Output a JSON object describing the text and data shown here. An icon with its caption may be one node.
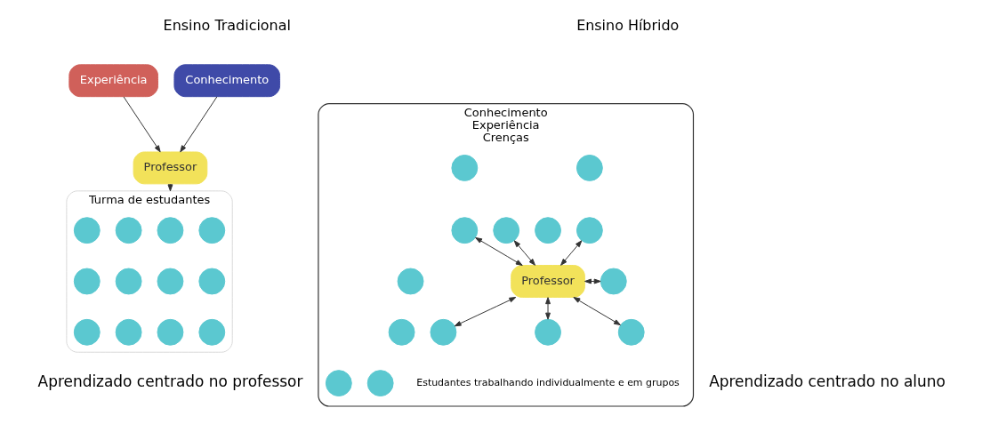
{
  "diagram": {
    "nodes": [
      {
        "text": [
          "Conhecimento"
        ]
      },
      {
        "text": [
          "Experiência"
        ]
      },
      {
        "text": [
          "Professor"
        ]
      },
      {
        "text": [
          "Turma de estudantes"
        ]
      },
      {
        "text": [],
        "shape": "circle",
        "in": 3
      },
      {
        "text": [],
        "shape": "circle",
        "in": 3
      },
      {
        "text": [],
        "shape": "circle",
        "in": 3
      },
      {
        "text": [],
        "shape": "circle",
        "in": 3
      },
      {
        "text": [],
        "shape": "circle",
        "in": 3
      },
      {
        "text": [],
        "shape": "circle",
        "in": 3
      },
      {
        "text": [],
        "shape": "circle",
        "in": 3
      },
      {
        "text": [],
        "shape": "circle",
        "in": 3
      },
      {
        "text": [],
        "shape": "circle",
        "in": 3
      },
      {
        "text": [],
        "shape": "circle",
        "in": 3
      },
      {
        "text": [],
        "shape": "circle",
        "in": 3
      },
      {
        "text": [],
        "shape": "circle",
        "in": 3
      },
      {
        "text": [
          "Conhecimento",
          "Experiência",
          "Crenças"
        ]
      },
      {
        "text": [
          "Professor"
        ],
        "in": 16
      },
      {
        "text": [],
        "shape": "circle",
        "in": 16
      },
      {
        "text": [],
        "shape": "circle",
        "in": 16
      },
      {
        "text": [],
        "shape": "circle",
        "in": 16
      },
      {
        "text": [],
        "shape": "circle",
        "in": 16
      },
      {
        "text": [],
        "shape": "circle",
        "in": 16
      },
      {
        "text": [],
        "shape": "circle",
        "in": 16
      },
      {
        "text": [],
        "shape": "circle",
        "in": 16
      },
      {
        "text": [],
        "shape": "circle",
        "in": 16
      },
      {
        "text": [],
        "shape": "circle",
        "in": 16
      },
      {
        "text": [],
        "shape": "circle",
        "in": 16
      },
      {
        "text": [],
        "shape": "circle",
        "in": 16
      },
      {
        "text": [],
        "shape": "circle",
        "in": 16
      },
      {
        "text": [],
        "shape": "circle",
        "in": 16
      },
      {
        "text": [],
        "shape": "circle",
        "in": 16
      }
    ],
    "edges": [
      {
        "from": 0,
        "to": 2,
        "arrow": "to"
      },
      {
        "from": 1,
        "to": 2,
        "arrow": "to"
      },
      {
        "from": 2,
        "to": 3,
        "arrow": "to"
      },
      {
        "from": 17,
        "to": 19,
        "arrow": "both"
      },
      {
        "from": 17,
        "to": 21,
        "arrow": "both"
      },
      {
        "from": 17,
        "to": 23,
        "arrow": "both"
      },
      {
        "from": 17,
        "to": 24,
        "arrow": "both"
      },
      {
        "from": 17,
        "to": 26,
        "arrow": "both"
      },
      {
        "from": 17,
        "to": 29,
        "arrow": "both"
      },
      {
        "from": 17,
        "to": 30,
        "arrow": "both"
      }
    ],
    "labels": [
      "Ensino Tradicional",
      "Ensino Híbrido",
      "Estudantes trabalhando individualmente e em grupos",
      "Aprendizado centrado no professor",
      "Aprendizado centrado no aluno"
    ]
  }
}
